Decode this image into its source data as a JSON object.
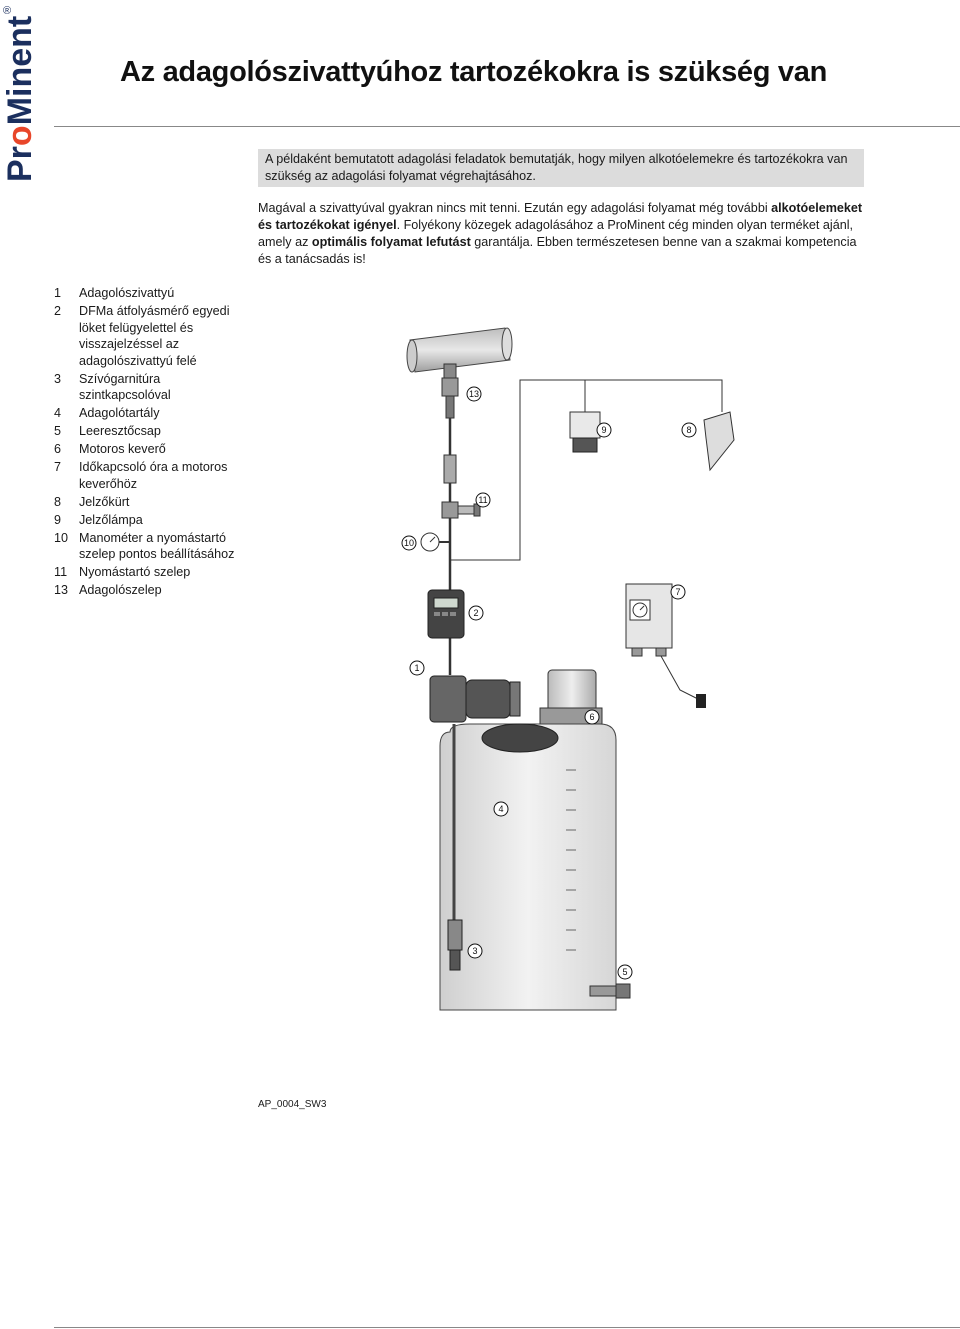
{
  "brand": {
    "logo_text": "ProMinent",
    "registered_mark": "®",
    "accent_color": "#E8462A",
    "brand_color": "#1B2F5E"
  },
  "page": {
    "title": "Az adagolószivattyúhoz tartozékokra is szükség van"
  },
  "intro": {
    "text": "A példaként bemutatott adagolási feladatok bemutatják, hogy milyen alkotóelemekre és tartozékokra van szükség az adagolási folyamat végrehajtásához."
  },
  "body": {
    "part1": "Magával a szivattyúval gyakran nincs mit tenni. Ezután egy adagolási folyamat még további ",
    "bold1": "alkotóelemeket és tartozékokat igényel",
    "part2": ". Folyékony közegek adagolásához a ProMinent cég minden olyan terméket ajánl, amely az ",
    "bold2": "optimális folyamat lefutást",
    "part3": " garantálja. Ebben természetesen benne van a szakmai kompetencia és a tanácsadás is!"
  },
  "legend": [
    {
      "num": "1",
      "label": "Adagolószivattyú"
    },
    {
      "num": "2",
      "label": "DFMa átfolyásmérő egyedi löket felügyelettel és visszajelzéssel az adagolószivattyú felé"
    },
    {
      "num": "3",
      "label": "Szívógarnitúra szintkapcsolóval"
    },
    {
      "num": "4",
      "label": "Adagolótartály"
    },
    {
      "num": "5",
      "label": "Leeresztőcsap"
    },
    {
      "num": "6",
      "label": "Motoros keverő"
    },
    {
      "num": "7",
      "label": "Időkapcsoló óra a motoros keverőhöz"
    },
    {
      "num": "8",
      "label": "Jelzőkürt"
    },
    {
      "num": "9",
      "label": "Jelzőlámpa"
    },
    {
      "num": "10",
      "label": "Manométer a nyomástartó szelep pontos beállításához"
    },
    {
      "num": "11",
      "label": "Nyomástartó szelep"
    },
    {
      "num": "13",
      "label": "Adagolószelep"
    }
  ],
  "diagram": {
    "callouts": [
      "1",
      "2",
      "3",
      "4",
      "5",
      "6",
      "7",
      "8",
      "9",
      "10",
      "11",
      "13"
    ],
    "figure_id": "AP_0004_SW3"
  }
}
